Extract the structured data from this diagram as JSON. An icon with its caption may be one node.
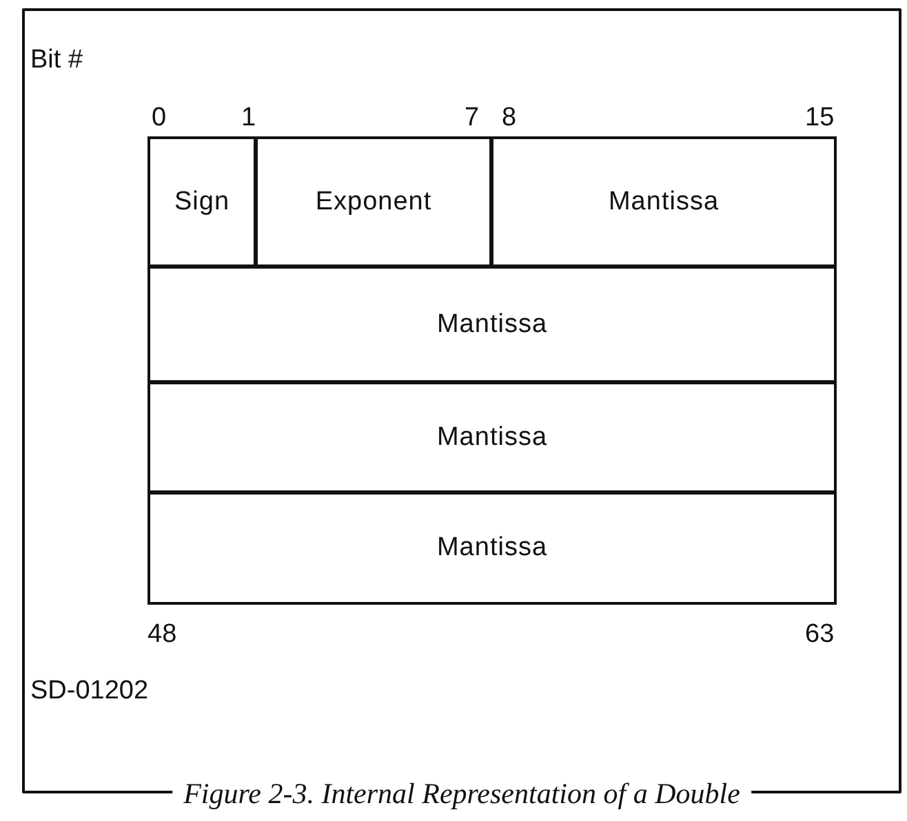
{
  "diagram": {
    "caption": "Figure 2-3. Internal Representation of a Double",
    "nodes": [
      {
        "text": [
          "Sign"
        ]
      },
      {
        "text": [
          "Exponent"
        ]
      },
      {
        "text": [
          "Mantissa"
        ]
      },
      {
        "text": [
          "Mantissa"
        ]
      },
      {
        "text": [
          "Mantissa"
        ]
      },
      {
        "text": [
          "Mantissa"
        ]
      }
    ],
    "labels": [
      "Bit #",
      "0",
      "1",
      "7",
      "8",
      "15",
      "48",
      "63",
      "SD-01202"
    ]
  }
}
